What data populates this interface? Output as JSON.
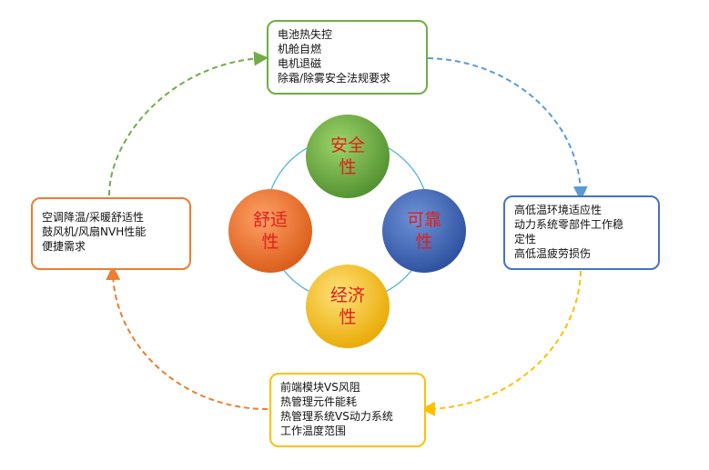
{
  "center": {
    "safety": [
      "安全",
      "性"
    ],
    "reliability": [
      "可靠",
      "性"
    ],
    "economy": [
      "经济",
      "性"
    ],
    "comfort": [
      "舒适",
      "性"
    ]
  },
  "boxes": {
    "top": [
      "电池热失控",
      "机舱自燃",
      "电机退磁",
      "除霜/除雾安全法规要求"
    ],
    "right": [
      "高低温环境适应性",
      "动力系统零部件工作稳",
      "定性",
      "高低温疲劳损伤"
    ],
    "bottom": [
      "前端模块VS风阻",
      "热管理元件能耗",
      "热管理系统VS动力系统",
      "工作温度范围"
    ],
    "left": [
      "空调降温/采暖舒适性",
      "鼓风机/风扇NVH性能",
      "便捷需求"
    ]
  },
  "colors": {
    "green": "#70ad47",
    "blue": "#4472c4",
    "yellow": "#ffc000",
    "orange": "#ed7d31",
    "connector": "#4ab0d9",
    "label": "#e0201b"
  }
}
